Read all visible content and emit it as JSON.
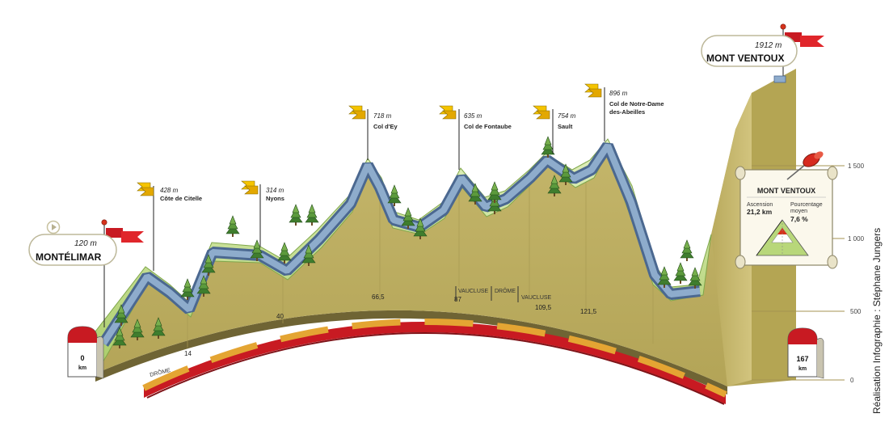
{
  "start": {
    "elevation": "120 m",
    "name": "MONTÉLIMAR",
    "km": "0",
    "km_unit": "km"
  },
  "finish": {
    "elevation": "1912 m",
    "name": "MONT VENTOUX",
    "km": "167",
    "km_unit": "km"
  },
  "summits": [
    {
      "elevation": "428 m",
      "name": [
        "Côte de Citelle"
      ]
    },
    {
      "elevation": "314 m",
      "name": [
        "Nyons"
      ]
    },
    {
      "elevation": "718 m",
      "name": [
        "Col d'Ey"
      ]
    },
    {
      "elevation": "635 m",
      "name": [
        "Col de Fontaube"
      ]
    },
    {
      "elevation": "754 m",
      "name": [
        "Sault"
      ]
    },
    {
      "elevation": "896 m",
      "name": [
        "Col de Notre-Dame",
        "des-Abeilles"
      ]
    }
  ],
  "km_markers": [
    "14",
    "40",
    "66,5",
    "87",
    "109,5",
    "121,5"
  ],
  "departments": [
    "DRÔME",
    "VAUCLUSE",
    "DRÔME",
    "VAUCLUSE"
  ],
  "altitude_scale": [
    "1 500",
    "1 000",
    "500",
    "0"
  ],
  "info_panel": {
    "title": "MONT VENTOUX",
    "ascent_label": "Ascension",
    "ascent_value": "21,2 km",
    "gradient_label": [
      "Pourcentage",
      "moyen"
    ],
    "gradient_value": "7,6 %"
  },
  "credit": "Réalisation Infographie : Stéphane Jungers",
  "colors": {
    "wall": "#c3b468",
    "wall_dark": "#9c8d44",
    "grass": "#b8d77a",
    "grass_light": "#d8ecac",
    "road": "#7f9fc2",
    "road_dark": "#4b6890",
    "red": "#c81a22",
    "gold": "#e4a533",
    "flag_yellow": "#f5c400"
  }
}
